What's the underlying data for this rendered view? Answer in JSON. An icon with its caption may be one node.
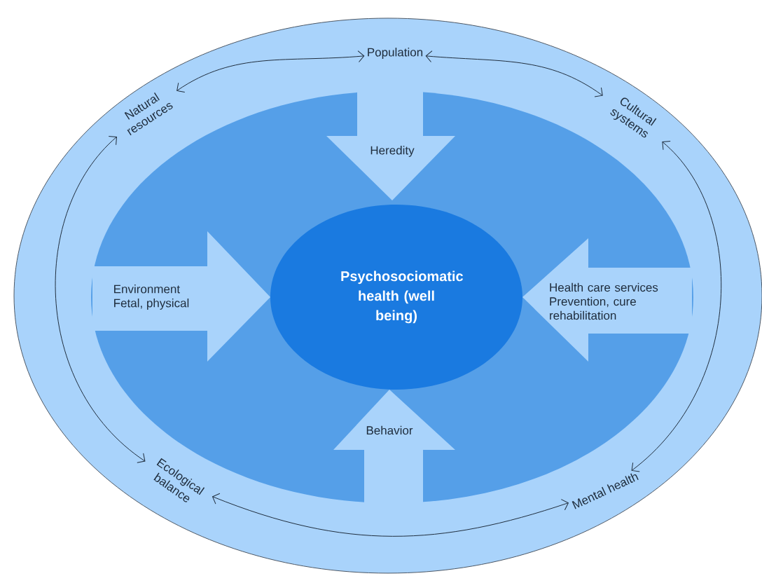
{
  "diagram": {
    "nodes": [
      {
        "text": [
          "Population"
        ]
      },
      {
        "text": [
          "Natural resources"
        ]
      },
      {
        "text": [
          "Cultural systems"
        ]
      },
      {
        "text": [
          "Heredity"
        ]
      },
      {
        "text": [
          "Environment",
          "Fetal, physical"
        ]
      },
      {
        "text": [
          "Psychosociomatic health (well being)"
        ]
      },
      {
        "text": [
          "Health care services",
          "Prevention, cure rehabilitation"
        ]
      },
      {
        "text": [
          "Behavior"
        ]
      },
      {
        "text": [
          "Ecological balance"
        ]
      },
      {
        "text": [
          "Mental health"
        ]
      }
    ],
    "edges": [
      {
        "from": 0,
        "to": 1,
        "arrow": "both"
      },
      {
        "from": 0,
        "to": 2,
        "arrow": "both"
      },
      {
        "from": 2,
        "to": 9,
        "arrow": "both"
      },
      {
        "from": 1,
        "to": 8,
        "arrow": "both"
      },
      {
        "from": 8,
        "to": 9,
        "arrow": "both"
      }
    ]
  }
}
